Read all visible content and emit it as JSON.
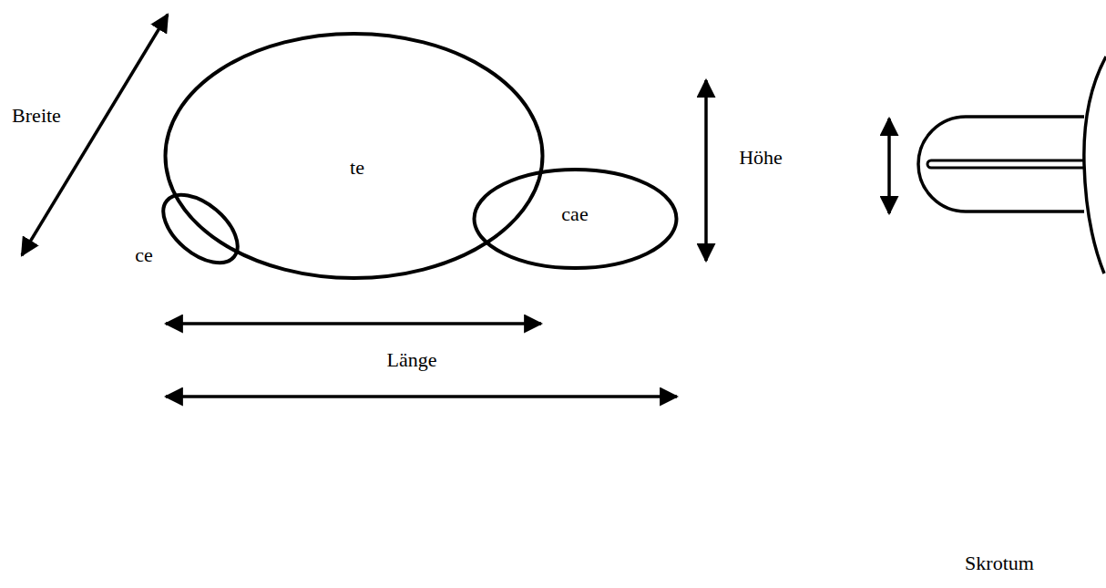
{
  "diagram": {
    "nodes": [
      {
        "text": [
          "te"
        ]
      },
      {
        "text": [
          "ce"
        ]
      },
      {
        "text": [
          "cae"
        ]
      }
    ],
    "labels": [
      "Breite",
      "Höhe",
      "Länge",
      "Skrotum"
    ]
  }
}
